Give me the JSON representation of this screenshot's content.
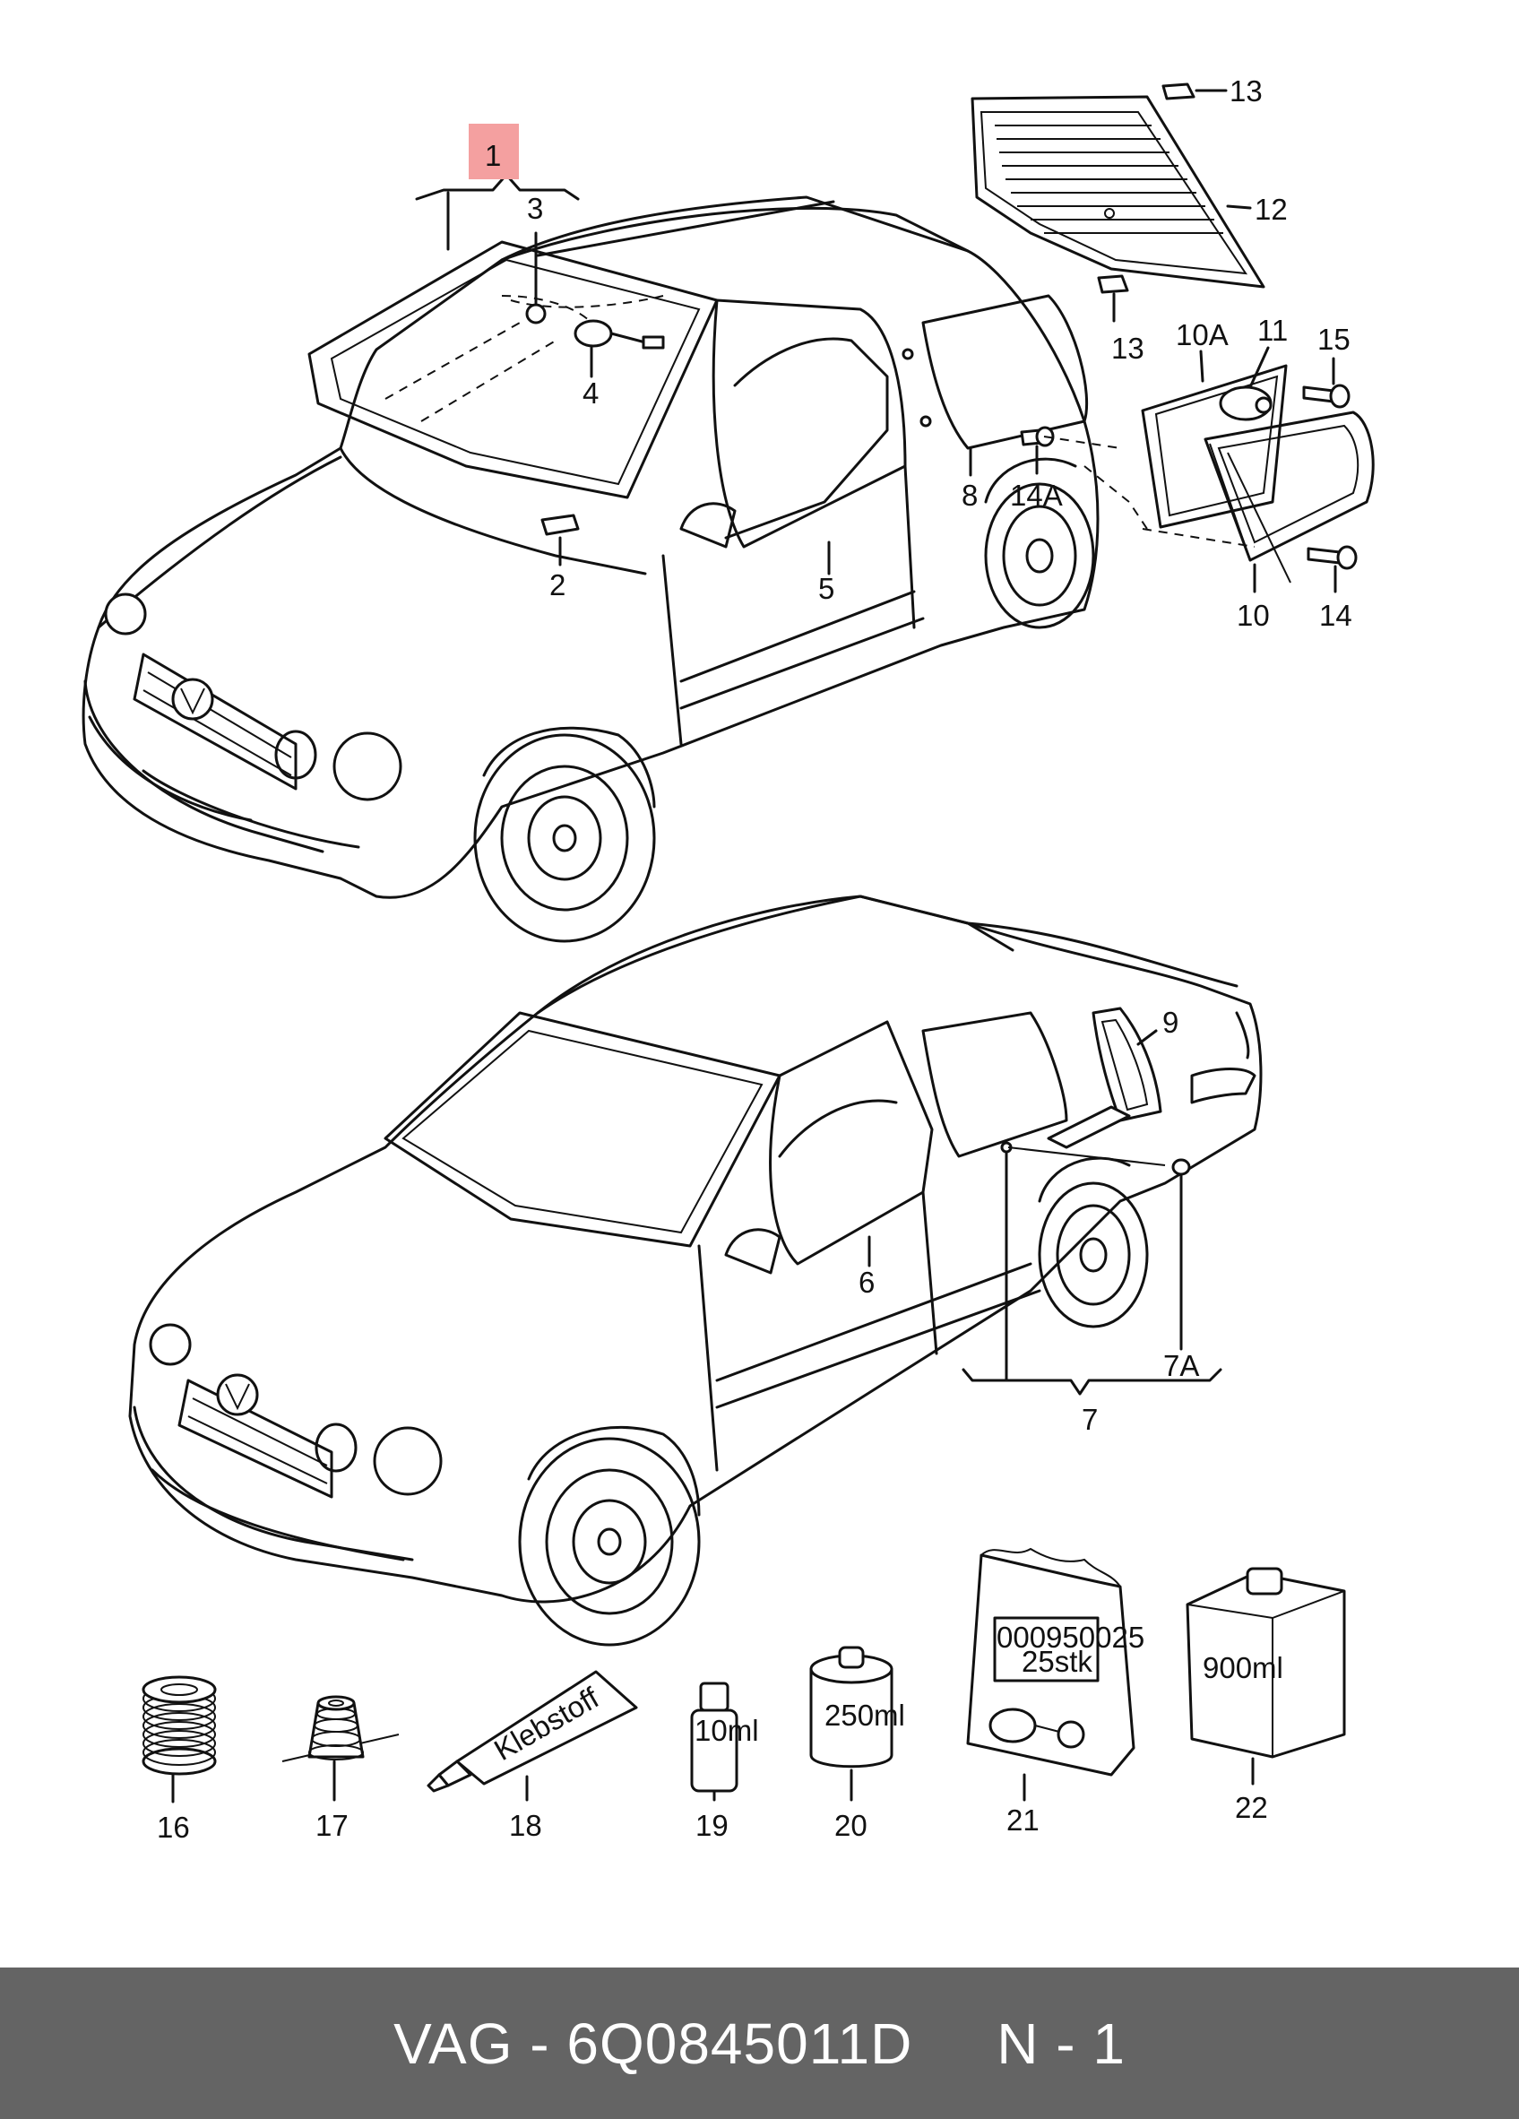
{
  "callouts": {
    "c1": "1",
    "c2": "2",
    "c3": "3",
    "c4": "4",
    "c5": "5",
    "c6": "6",
    "c7": "7",
    "c7a": "7A",
    "c8": "8",
    "c9": "9",
    "c10": "10",
    "c10a": "10A",
    "c11": "11",
    "c12": "12",
    "c13a": "13",
    "c13b": "13",
    "c14": "14",
    "c14a": "14A",
    "c15": "15",
    "c16": "16",
    "c17": "17",
    "c18": "18",
    "c19": "19",
    "c20": "20",
    "c21": "21",
    "c22": "22"
  },
  "container_labels": {
    "tube": "Klebstoff",
    "bottle_small": "10ml",
    "can_medium": "250ml",
    "bag_line1": "000950025",
    "bag_line2": "25stk",
    "canister_large": "900ml"
  },
  "colors": {
    "highlight": "#f4a0a0",
    "line": "#111111",
    "footer_bg": "#646464",
    "footer_text": "#ffffff"
  },
  "footer": {
    "text": "VAG - 6Q0845011D     N - 1"
  }
}
